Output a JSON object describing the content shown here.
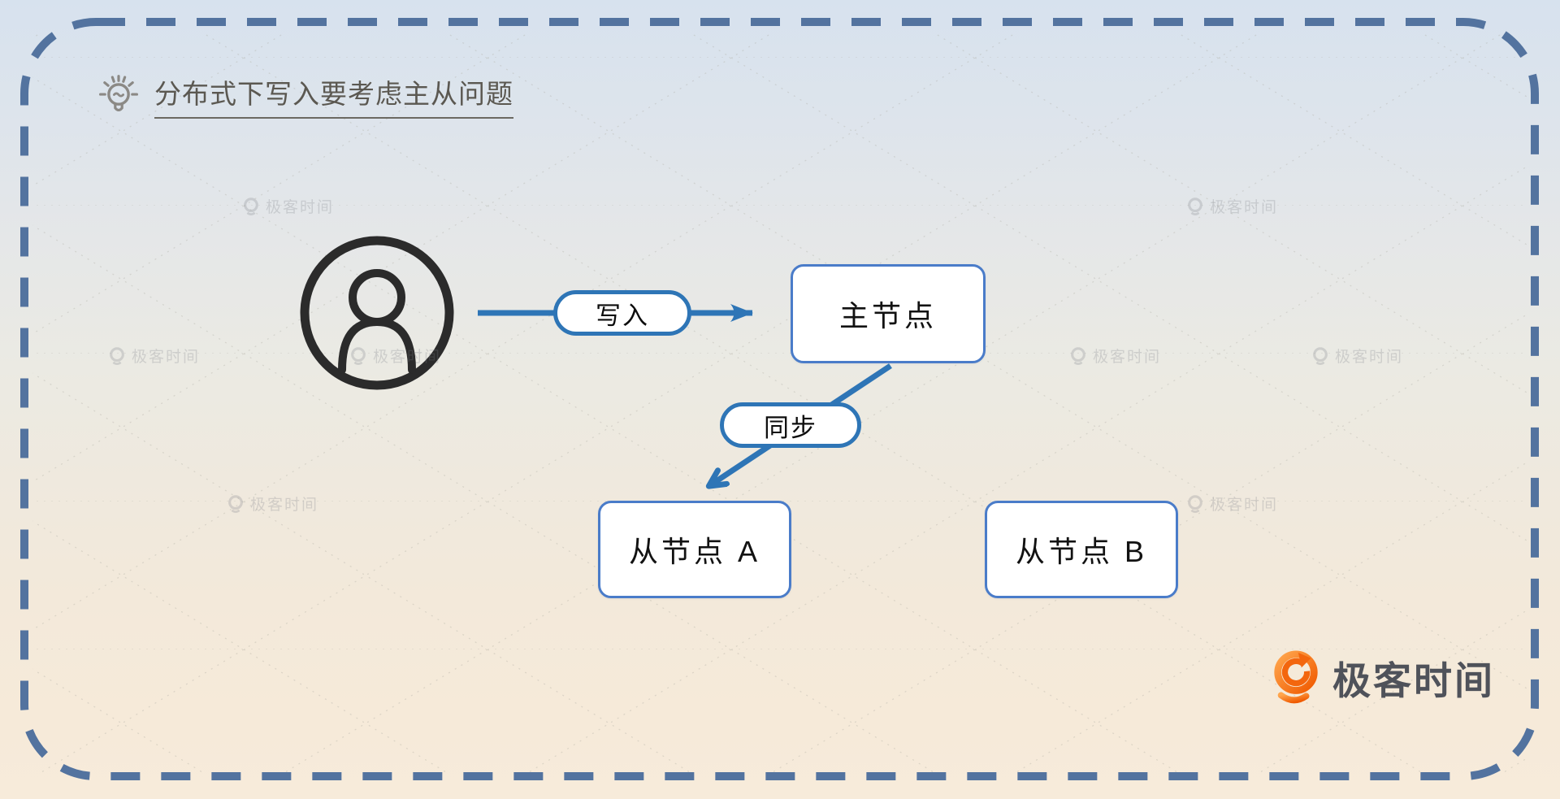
{
  "title": {
    "text": "分布式下写入要考虑主从问题",
    "icon": "lightbulb-icon"
  },
  "diagram": {
    "actor_icon": "user-avatar-icon",
    "nodes": [
      {
        "id": "master",
        "label": "主节点"
      },
      {
        "id": "slave-a",
        "label": "从节点 A"
      },
      {
        "id": "slave-b",
        "label": "从节点 B"
      }
    ],
    "edge_labels": [
      {
        "id": "write",
        "label": "写入"
      },
      {
        "id": "sync",
        "label": "同步"
      }
    ],
    "edges": [
      {
        "from": "user",
        "to": "master",
        "label": "写入"
      },
      {
        "from": "master",
        "to": "slave-a",
        "label": "同步"
      }
    ]
  },
  "watermark": {
    "label": "极客时间"
  },
  "brand": {
    "logo_text": "极客时间"
  },
  "colors": {
    "arrow_blue": "#2e75b6",
    "node_border_blue": "#4a7cc9",
    "frame_dash_blue": "#53739f",
    "title_text": "#5b5851",
    "icon_gray": "#8b8985",
    "person_dark": "#2b2b2b",
    "logo_orange": "#f3660e",
    "bg_top": "#d7e2ee",
    "bg_bottom": "#f7ebda"
  }
}
